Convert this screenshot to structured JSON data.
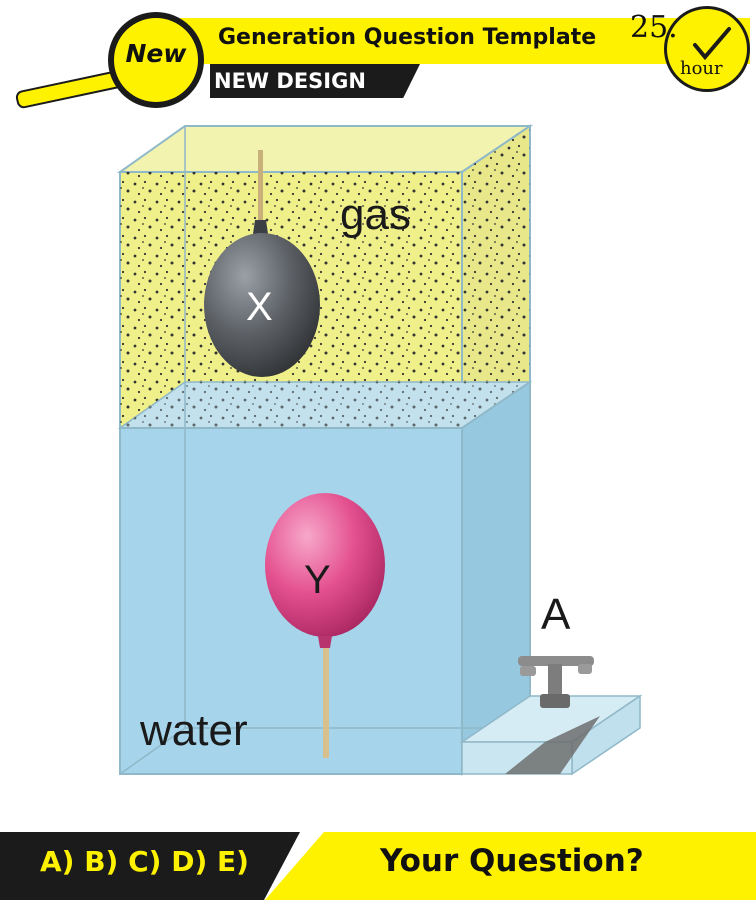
{
  "header": {
    "badge": "New",
    "title": "Generation Question Template",
    "subtitle": "NEW DESIGN",
    "clock_number": "25.",
    "clock_unit": "hour"
  },
  "diagram": {
    "gas_label": "gas",
    "water_label": "water",
    "balloon_x_label": "X",
    "balloon_y_label": "Y",
    "tap_label": "A",
    "colors": {
      "gas": "#f0f08a",
      "water": "#a6d4ea",
      "balloon_x": "#5d6166",
      "balloon_y": "#e4508f",
      "accent": "#fff200"
    }
  },
  "footer": {
    "options": "A) B) C) D) E)",
    "question": "Your Question?"
  }
}
